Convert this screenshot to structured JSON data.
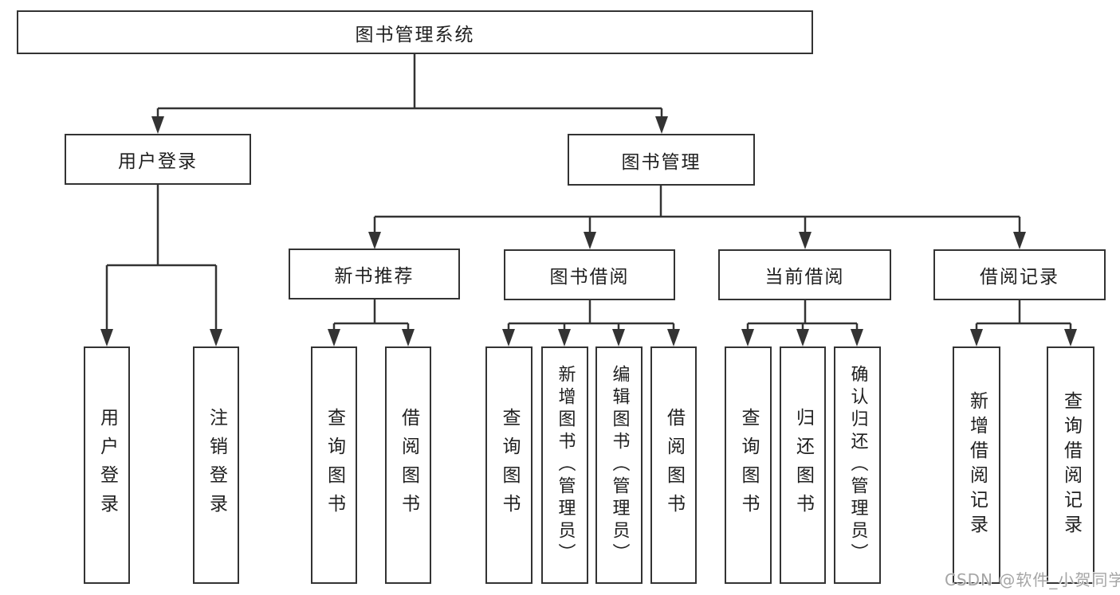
{
  "nodes": {
    "root": "图书管理系统",
    "user_login": "用户登录",
    "book_management": "图书管理",
    "new_book_recommend": "新书推荐",
    "book_borrow": "图书借阅",
    "current_borrow": "当前借阅",
    "borrow_records": "借阅记录",
    "leaf_user_login": "用户登录",
    "leaf_logout": "注销登录",
    "leaf_rec_query_books": "查询图书",
    "leaf_rec_borrow_books": "借阅图书",
    "leaf_borrow_query_books": "查询图书",
    "leaf_borrow_add_books": "新增图书（管理员）",
    "leaf_borrow_edit_books": "编辑图书（管理员）",
    "leaf_borrow_borrow_books": "借阅图书",
    "leaf_current_query_books": "查询图书",
    "leaf_current_return_books": "归还图书",
    "leaf_current_confirm_return": "确认归还（管理员）",
    "leaf_records_add_record": "新增借阅记录",
    "leaf_records_query_record": "查询借阅记录"
  },
  "hierarchy": {
    "图书管理系统": [
      "用户登录",
      "图书管理"
    ],
    "用户登录": [
      "用户登录",
      "注销登录"
    ],
    "图书管理": [
      "新书推荐",
      "图书借阅",
      "当前借阅",
      "借阅记录"
    ],
    "新书推荐": [
      "查询图书",
      "借阅图书"
    ],
    "图书借阅": [
      "查询图书",
      "新增图书（管理员）",
      "编辑图书（管理员）",
      "借阅图书"
    ],
    "当前借阅": [
      "查询图书",
      "归还图书",
      "确认归还（管理员）"
    ],
    "借阅记录": [
      "新增借阅记录",
      "查询借阅记录"
    ]
  },
  "watermark": "CSDN @软件_小贺同学",
  "colors": {
    "line": "#333333",
    "box_border": "#333333",
    "text": "#1f1f1f",
    "background": "#ffffff",
    "watermark_text": "#9e9e9e"
  }
}
